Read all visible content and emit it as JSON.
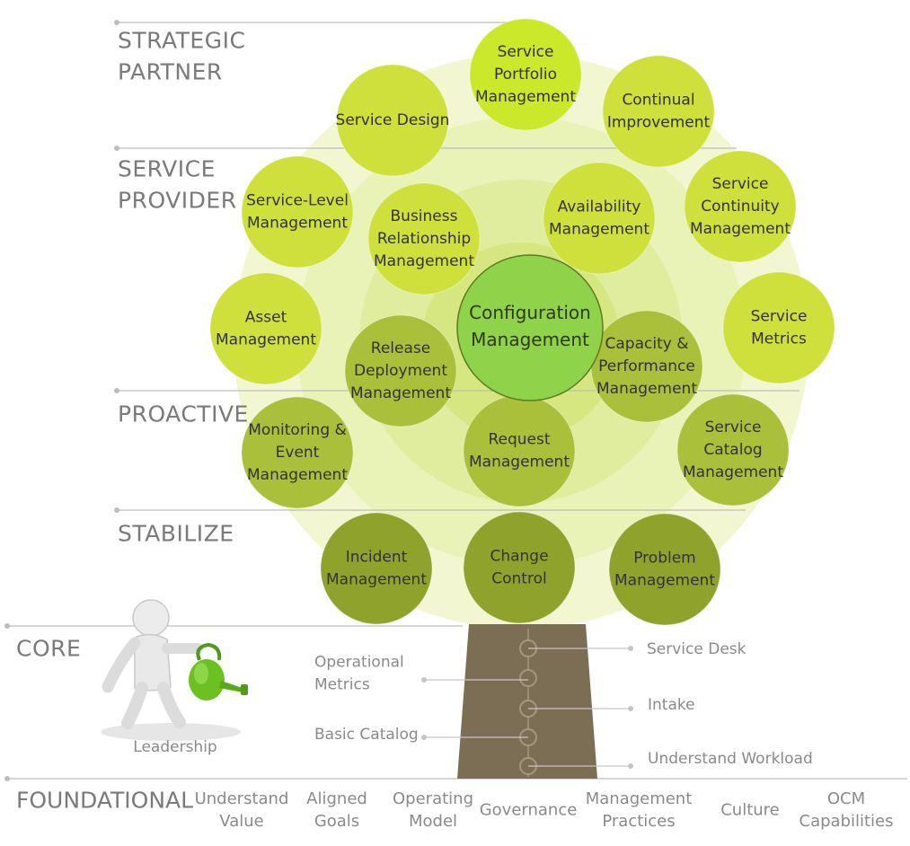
{
  "levels": {
    "strategic": [
      "STRATEGIC",
      "PARTNER"
    ],
    "service_provider": [
      "SERVICE",
      "PROVIDER"
    ],
    "proactive": [
      "PROACTIVE"
    ],
    "stabilize": [
      "STABILIZE"
    ],
    "core": [
      "CORE"
    ],
    "foundational": [
      "FOUNDATIONAL"
    ]
  },
  "center": [
    "Configuration",
    "Management"
  ],
  "nodes": [
    {
      "id": "service-portfolio",
      "lines": [
        "Service",
        "Portfolio",
        "Management"
      ],
      "tone": "bright"
    },
    {
      "id": "service-design",
      "lines": [
        "Service Design"
      ],
      "tone": "light"
    },
    {
      "id": "continual-improvement",
      "lines": [
        "Continual",
        "Improvement"
      ],
      "tone": "light"
    },
    {
      "id": "service-level",
      "lines": [
        "Service-Level",
        "Management"
      ],
      "tone": "light"
    },
    {
      "id": "business-relationship",
      "lines": [
        "Business",
        "Relationship",
        "Management"
      ],
      "tone": "light"
    },
    {
      "id": "availability",
      "lines": [
        "Availability",
        "Management"
      ],
      "tone": "light"
    },
    {
      "id": "service-continuity",
      "lines": [
        "Service",
        "Continuity",
        "Management"
      ],
      "tone": "light"
    },
    {
      "id": "asset",
      "lines": [
        "Asset",
        "Management"
      ],
      "tone": "light"
    },
    {
      "id": "service-metrics",
      "lines": [
        "Service",
        "Metrics"
      ],
      "tone": "light"
    },
    {
      "id": "release-deployment",
      "lines": [
        "Release",
        "Deployment",
        "Management"
      ],
      "tone": "mid"
    },
    {
      "id": "capacity-performance",
      "lines": [
        "Capacity &",
        "Performance",
        "Management"
      ],
      "tone": "mid"
    },
    {
      "id": "monitoring-event",
      "lines": [
        "Monitoring &",
        "Event",
        "Management"
      ],
      "tone": "mid"
    },
    {
      "id": "request",
      "lines": [
        "Request",
        "Management"
      ],
      "tone": "mid"
    },
    {
      "id": "service-catalog",
      "lines": [
        "Service",
        "Catalog",
        "Management"
      ],
      "tone": "mid"
    },
    {
      "id": "incident",
      "lines": [
        "Incident",
        "Management"
      ],
      "tone": "dark"
    },
    {
      "id": "change-control",
      "lines": [
        "Change",
        "Control"
      ],
      "tone": "dark"
    },
    {
      "id": "problem",
      "lines": [
        "Problem",
        "Management"
      ],
      "tone": "dark"
    }
  ],
  "core_left": [
    {
      "id": "operational-metrics",
      "lines": [
        "Operational",
        "Metrics"
      ]
    },
    {
      "id": "basic-catalog",
      "lines": [
        "Basic Catalog"
      ]
    }
  ],
  "core_right": [
    {
      "id": "service-desk",
      "lines": [
        "Service Desk"
      ]
    },
    {
      "id": "intake",
      "lines": [
        "Intake"
      ]
    },
    {
      "id": "understand-workload",
      "lines": [
        "Understand Workload"
      ]
    }
  ],
  "figure_label": "Leadership",
  "foundational_items": [
    {
      "id": "understand-value",
      "lines": [
        "Understand",
        "Value"
      ]
    },
    {
      "id": "aligned-goals",
      "lines": [
        "Aligned",
        "Goals"
      ]
    },
    {
      "id": "operating-model",
      "lines": [
        "Operating",
        "Model"
      ]
    },
    {
      "id": "governance",
      "lines": [
        "Governance"
      ]
    },
    {
      "id": "management-practices",
      "lines": [
        "Management",
        "Practices"
      ]
    },
    {
      "id": "culture",
      "lines": [
        "Culture"
      ]
    },
    {
      "id": "ocm-capabilities",
      "lines": [
        "OCM",
        "Capabilities"
      ]
    }
  ],
  "colors": {
    "bright": "#cbe82a",
    "light": "#cfe03c",
    "mid": "#aabf3a",
    "dark": "#8ea22c",
    "center": "#8fd34a",
    "trunk": "#7c6d55",
    "halo": "#eef4c3"
  }
}
